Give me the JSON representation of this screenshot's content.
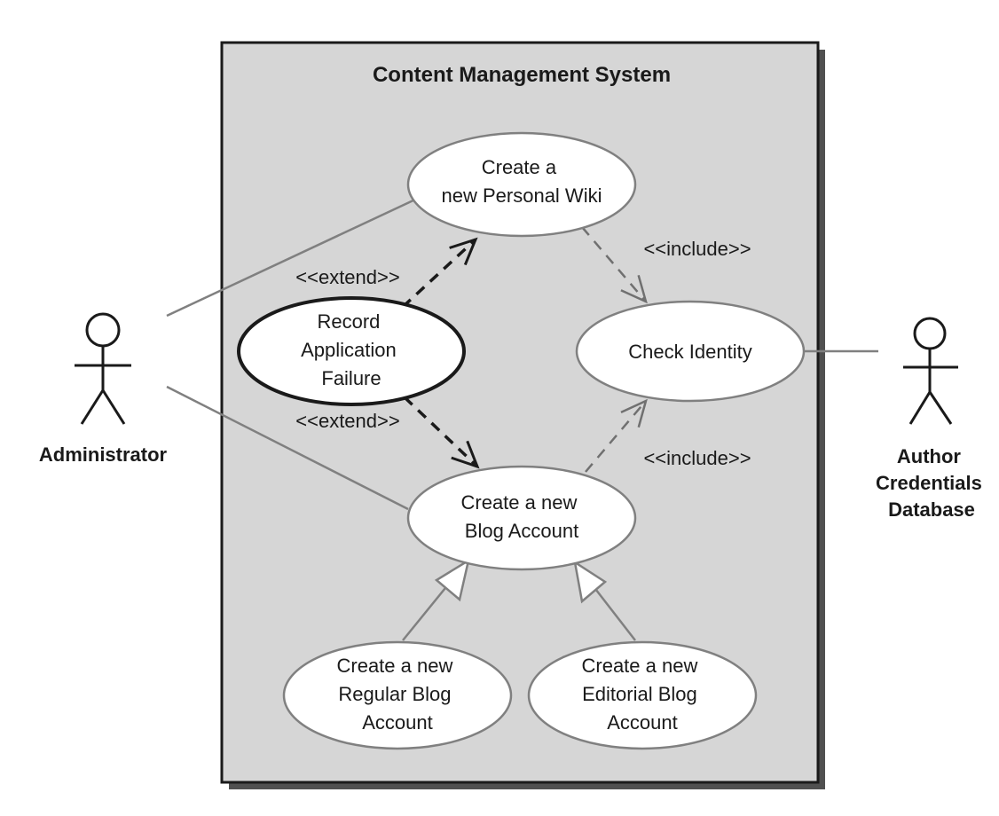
{
  "system": {
    "title": "Content Management System"
  },
  "actors": {
    "administrator": {
      "lines": [
        "Administrator"
      ]
    },
    "author_db": {
      "lines": [
        "Author",
        "Credentials",
        "Database"
      ]
    }
  },
  "use_cases": {
    "personal_wiki": {
      "lines": [
        "Create a",
        "new Personal Wiki"
      ]
    },
    "record_failure": {
      "lines": [
        "Record",
        "Application",
        "Failure"
      ]
    },
    "check_identity": {
      "lines": [
        "Check Identity"
      ]
    },
    "blog_account": {
      "lines": [
        "Create a new",
        "Blog Account"
      ]
    },
    "regular_blog": {
      "lines": [
        "Create a new",
        "Regular Blog",
        "Account"
      ]
    },
    "editorial_blog": {
      "lines": [
        "Create a new",
        "Editorial Blog",
        "Account"
      ]
    }
  },
  "relations": {
    "extend_wiki": "<<extend>>",
    "extend_blog": "<<extend>>",
    "include_wiki": "<<include>>",
    "include_blog": "<<include>>"
  }
}
